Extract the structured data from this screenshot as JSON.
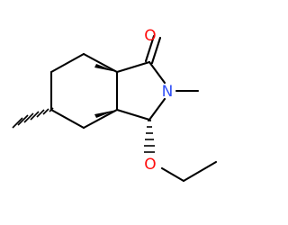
{
  "molecule": {
    "atoms": {
      "carbonyl_oxygen": {
        "symbol": "O",
        "color": "#ff0d0d"
      },
      "ring_nitrogen": {
        "symbol": "N",
        "color": "#3050f8"
      },
      "ether_oxygen": {
        "symbol": "O",
        "color": "#ff0d0d"
      }
    },
    "bond_color": "#000000",
    "background": "#ffffff"
  }
}
